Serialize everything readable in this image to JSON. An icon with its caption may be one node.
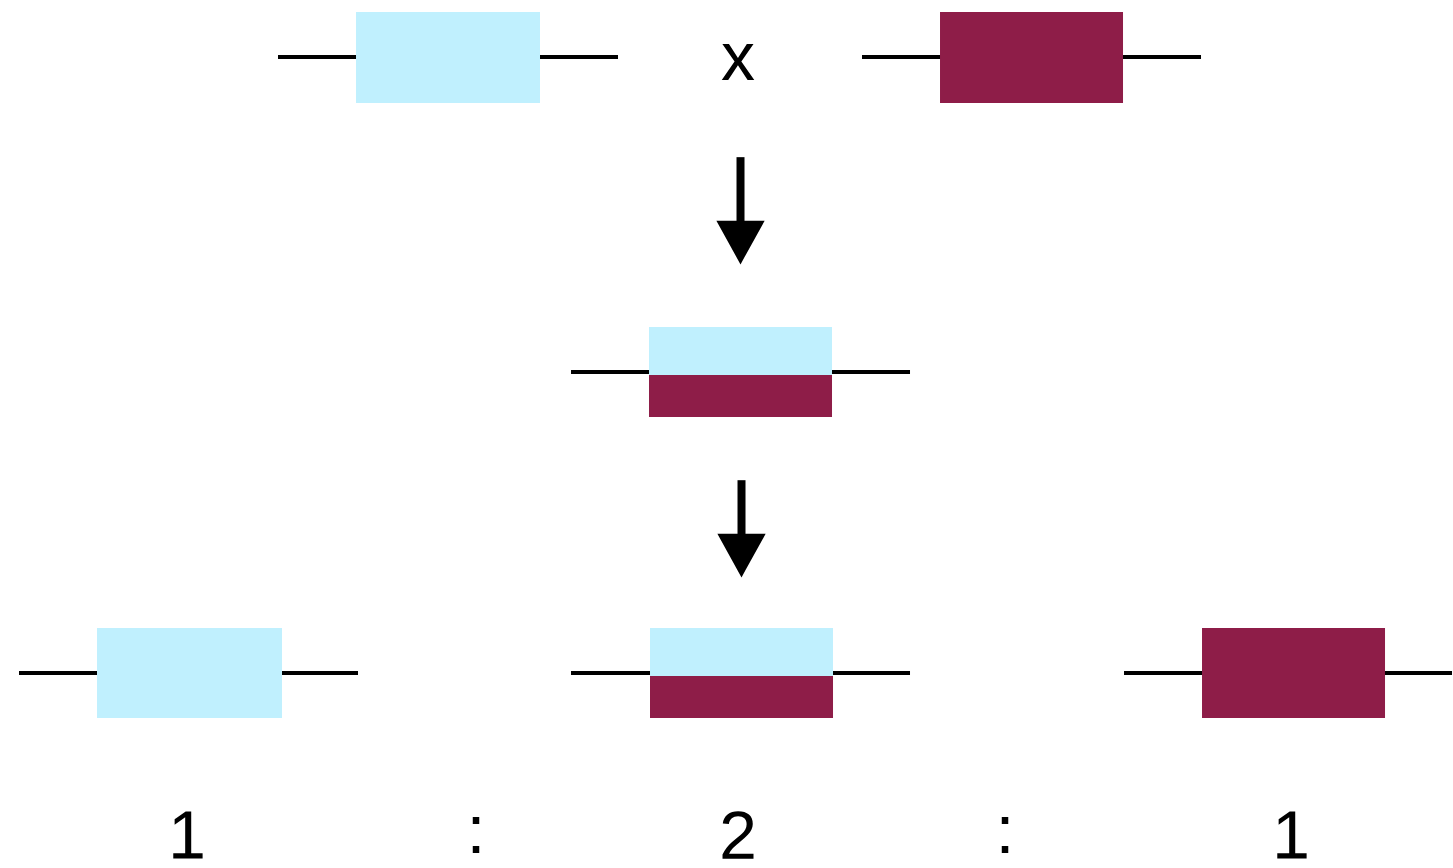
{
  "diagram": {
    "nodes": [
      {
        "text": [],
        "shape": "box"
      },
      {
        "text": [
          "x"
        ]
      },
      {
        "text": [],
        "shape": "box"
      },
      {
        "text": [],
        "shape": "box"
      },
      {
        "text": [],
        "shape": "box"
      },
      {
        "text": [],
        "shape": "box"
      },
      {
        "text": [],
        "shape": "box"
      }
    ],
    "edges": [
      {
        "from": 1,
        "to": 3,
        "arrow": "to"
      },
      {
        "from": 3,
        "to": 5,
        "arrow": "to"
      }
    ],
    "labels": [
      "1",
      ":",
      "2",
      ":",
      "1"
    ]
  }
}
